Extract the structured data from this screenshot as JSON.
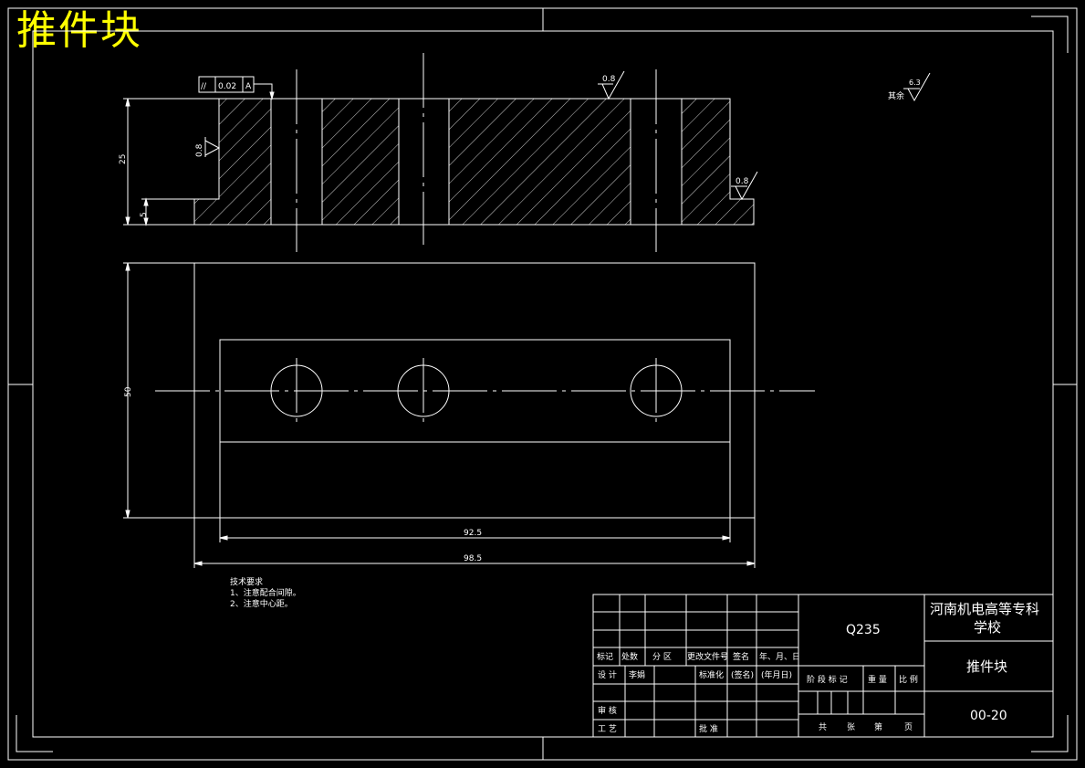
{
  "drawing": {
    "title_large": "推件块",
    "gdt": {
      "symbol": "//",
      "tolerance": "0.02",
      "datum": "A"
    },
    "roughness": {
      "r1": "0.8",
      "r2": "0.8",
      "r3": "0.8",
      "rest_value": "6.3",
      "rest_label": "其余"
    },
    "dims": {
      "height_total": "25",
      "step_height": "5",
      "width": "50",
      "inner_length": "92.5",
      "overall_length": "98.5"
    },
    "notes": {
      "heading": "技术要求",
      "item1": "1、注意配合间隙。",
      "item2": "2、注意中心距。"
    }
  },
  "title_block": {
    "material": "Q235",
    "school_line1": "河南机电高等专科",
    "school_line2": "学校",
    "part_name": "推件块",
    "drawing_no": "00-20",
    "h_mark": "标记",
    "h_count": "处数",
    "h_zone": "分 区",
    "h_change_doc": "更改文件号",
    "h_sign": "签名",
    "h_date": "年、月、日",
    "h_design": "设 计",
    "h_designer": "李娟",
    "h_standard": "标准化",
    "h_sign2": "(签名)",
    "h_date2": "(年月日)",
    "h_stage": "阶 段 标 记",
    "h_weight": "重 量",
    "h_scale": "比 例",
    "h_review": "审 核",
    "h_process": "工 艺",
    "h_approve": "批 准",
    "h_total": "共",
    "h_sheets": "张",
    "h_sheet_no": "第",
    "h_page": "页"
  }
}
